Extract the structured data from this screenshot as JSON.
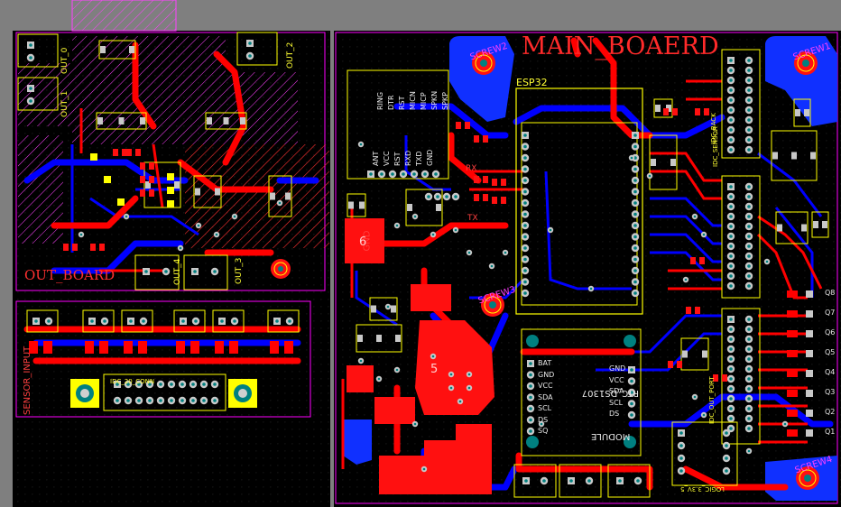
{
  "board": {
    "main_title": "MAIN_BOAERD",
    "out_board_title": "OUT_BOARD",
    "sensor_input_title": "SENSOR_INPUT",
    "esp32_label": "ESP32",
    "rtc_label_1": "RTC_DS1307",
    "rtc_label_2": "MODULE",
    "logic_label": "LOGIC_3.3V_5",
    "out_labels": [
      "OUT_0",
      "OUT_1",
      "OUT_2",
      "OUT_3",
      "OUT_4"
    ],
    "screw_labels": [
      "SCREW2",
      "SCREW1",
      "SCREW3",
      "SCREW4"
    ],
    "q_labels": [
      "Q8",
      "Q7",
      "Q6",
      "Q5",
      "Q4",
      "Q3",
      "Q2",
      "Q1"
    ],
    "gnd_label": "GND",
    "nine_label": "6",
    "five_label": "5",
    "rx_label": "RX",
    "tx_label": "TX",
    "header_pins": [
      "RING",
      "DTR",
      "RST",
      "MICN",
      "MICP",
      "SPKN",
      "SPKP"
    ],
    "header_pins_2": [
      "ANT",
      "VCC",
      "RST",
      "RXD",
      "TXD",
      "GND"
    ],
    "rtc_pins_left": [
      "BAT",
      "GND",
      "VCC",
      "SDA",
      "SCL",
      "DS",
      "SQ"
    ],
    "rtc_pins_right": [
      "GND",
      "VCC",
      "SDA",
      "SCL",
      "DS"
    ],
    "connector_labels": [
      "IDC_20_CONN",
      "IDC_OUT_PORT",
      "IDC_SENSOR",
      "IDC_BACK"
    ]
  },
  "colors": {
    "background": "#000000",
    "outside": "#7f7f7f",
    "top_copper": "#ff0000",
    "bottom_copper": "#0000ff",
    "silk": "#ffff00",
    "outline": "#ff00ff",
    "pad": "#c0c0c0",
    "via": "#008080"
  }
}
